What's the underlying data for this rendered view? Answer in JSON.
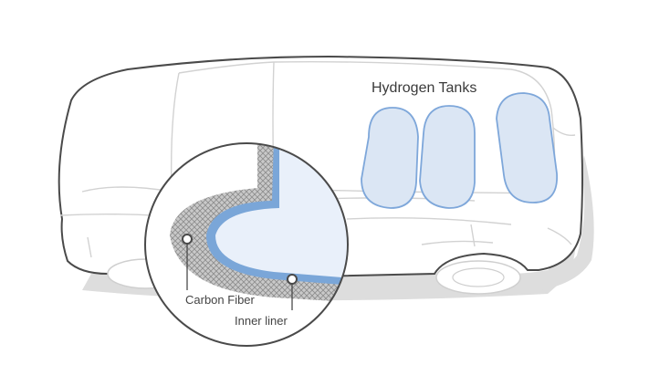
{
  "labels": {
    "hydrogen_tanks": "Hydrogen Tanks",
    "carbon_fiber": "Carbon Fiber",
    "inner_liner": "Inner liner"
  },
  "colors": {
    "tank_fill": "#dbe6f4",
    "tank_stroke": "#7ea7da",
    "liner_blue": "#7aa6d8",
    "zoom_background": "#e9f0fa",
    "carbon_mesh": "#9a9a9a",
    "car_outline": "#4a4a4a",
    "car_interior_lines": "#d0d0d0",
    "ground_shadow": "#dcdcdc"
  }
}
